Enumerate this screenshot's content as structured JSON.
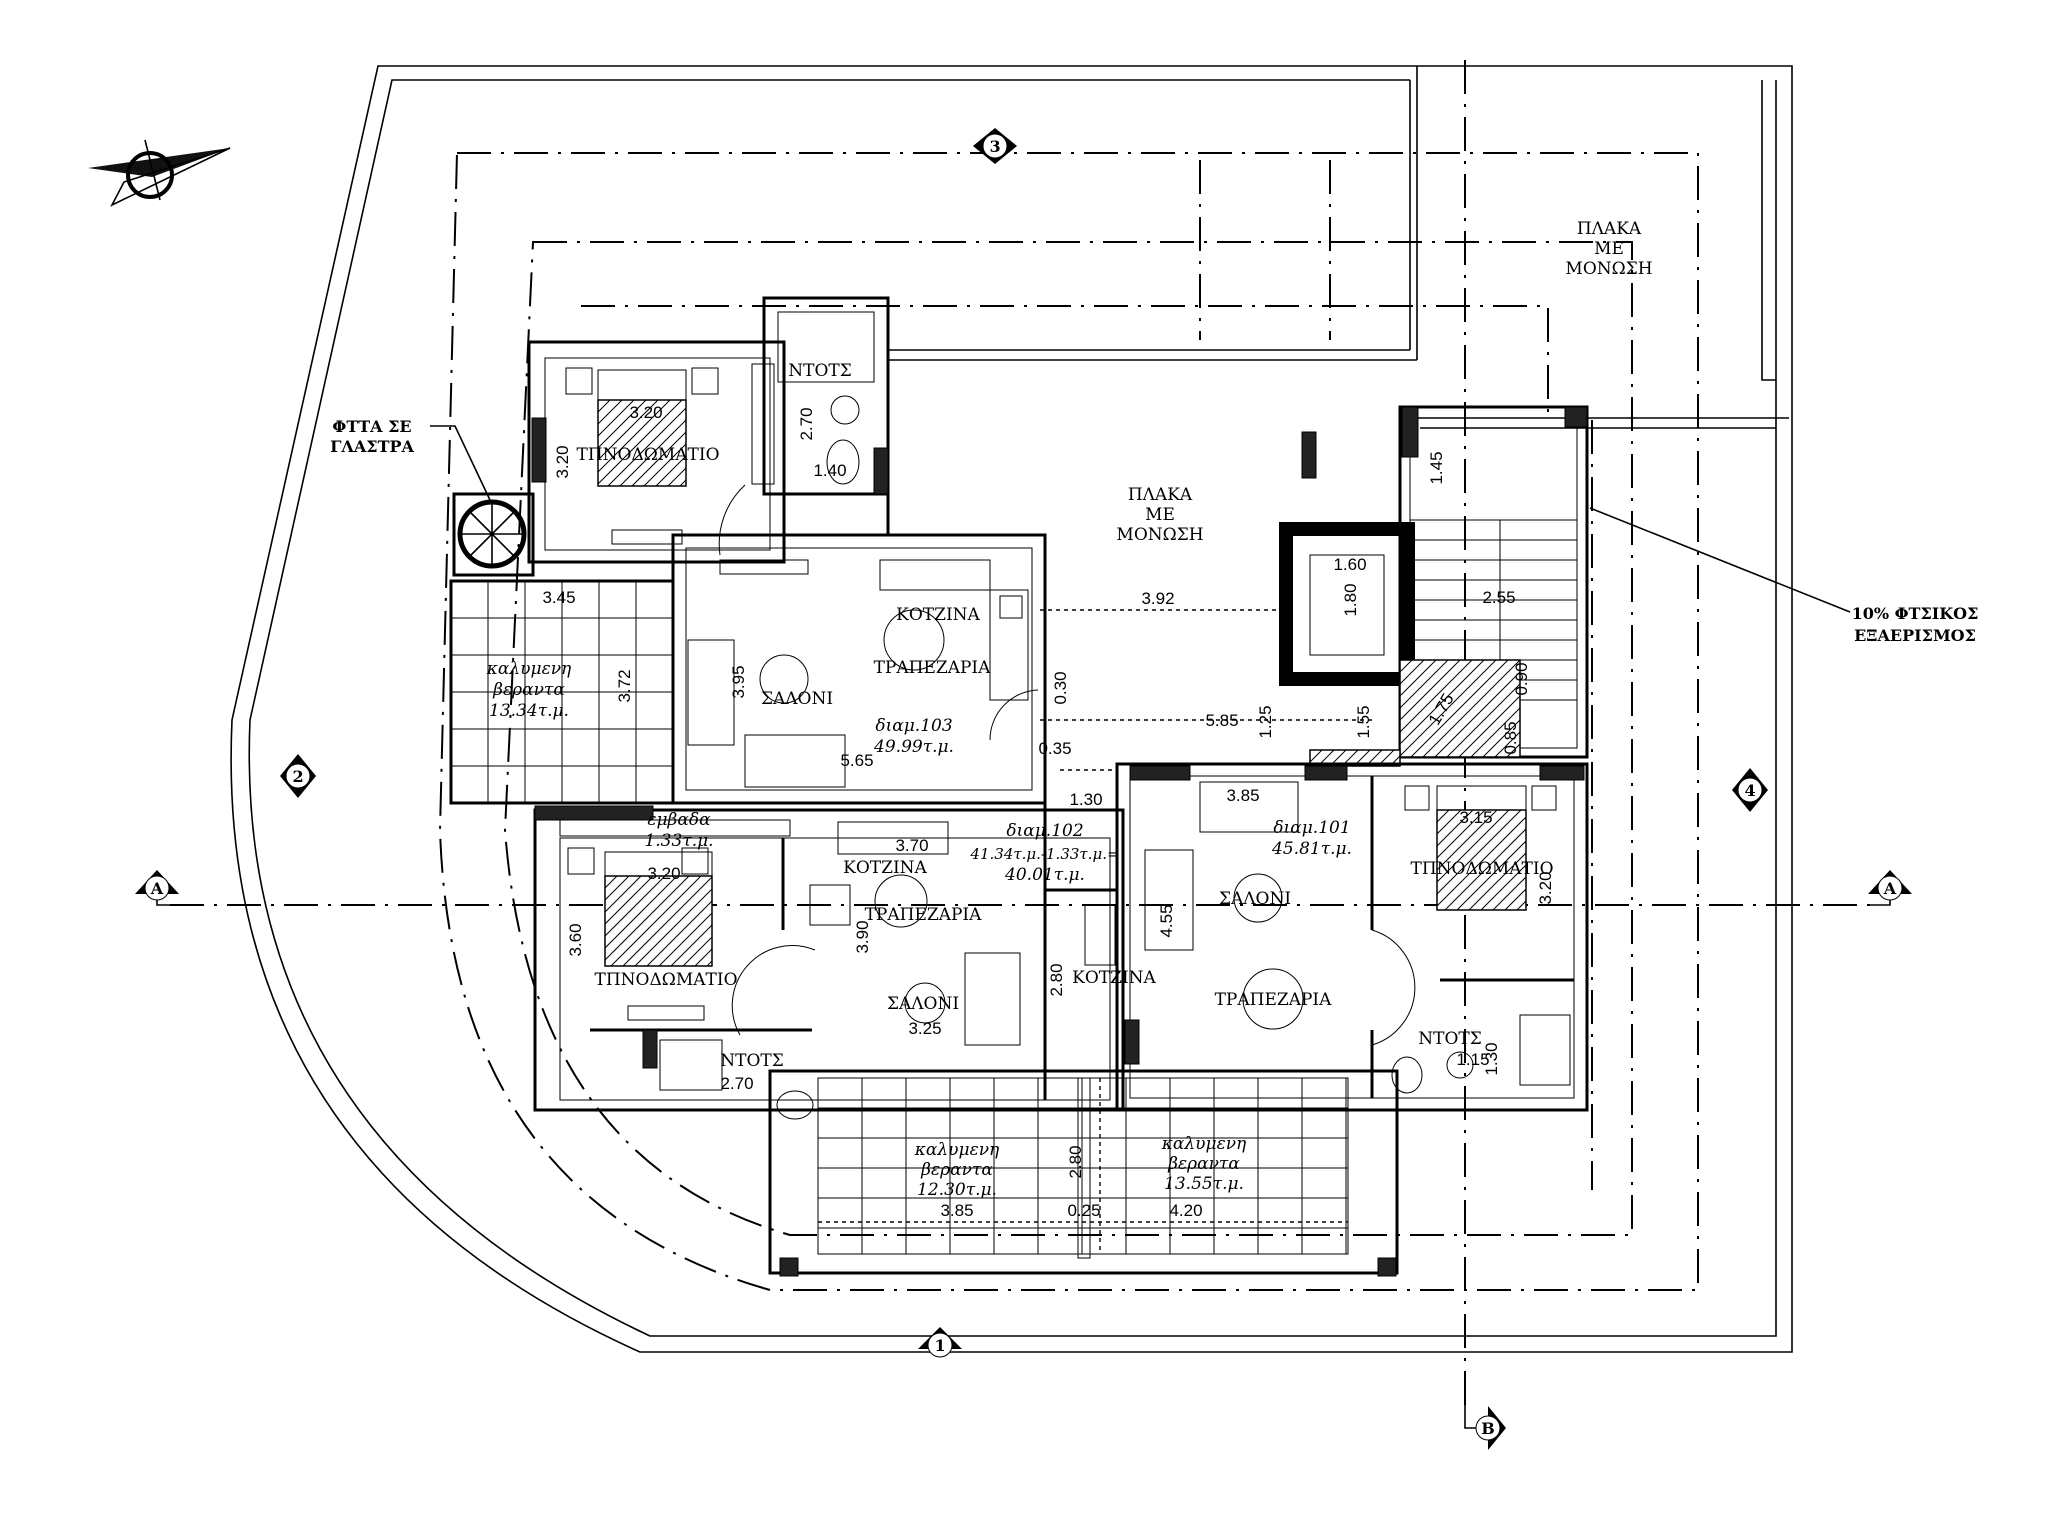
{
  "site": {
    "slab_top_right": [
      "ΠΛΑΚΑ",
      "ΜΕ",
      "ΜΟΝΩΣΗ"
    ],
    "slab_center": [
      "ΠΛΑΚΑ",
      "ΜΕ",
      "ΜΟΝΩΣΗ"
    ],
    "plants_note": [
      "ΦΤΤΑ ΣΕ",
      "ΓΛΑΣΤΡΑ"
    ],
    "ventilation_note": [
      "10% ΦΤΣΙΚΟΣ",
      "ΕΞΑΕΡΙΣΜΟΣ"
    ]
  },
  "markers": {
    "facade_1": "1",
    "facade_2": "2",
    "facade_3": "3",
    "facade_4": "4",
    "section_a_left": "A",
    "section_a_right": "A",
    "section_b": "B"
  },
  "unit_103": {
    "bedroom": "ΤΠΝΟΔΩΜΑΤΙΟ",
    "bedroom_width": "3.20",
    "bedroom_depth": "3.20",
    "shower": "ΝΤΟΤΣ",
    "shower_depth": "2.70",
    "shower_width": "1.40",
    "kitchen": "ΚΟΤΖΙΝΑ",
    "dining": "ΤΡΑΠΕΖΑΡΙΑ",
    "living": "ΣΑΛΟΝΙ",
    "living_depth": "3.95",
    "title": "διαμ.103",
    "area": "49.99τ.μ.",
    "living_width": "5.65",
    "terrace": [
      "καλυμενη",
      "βεραντα",
      "13.34τ.μ."
    ],
    "terrace_width": "3.45",
    "terrace_depth": "3.72"
  },
  "common": {
    "slab_width": "3.92",
    "d_030": "0.30",
    "d_035": "0.35",
    "d_130": "1.30",
    "corridor_length": "5.85",
    "d_125": "1.25",
    "d_155": "1.55",
    "d_175": "1.75",
    "d_090": "0.90",
    "d_085": "0.85",
    "elevator_width": "1.60",
    "elevator_depth": "1.80",
    "stair_landing": "1.45",
    "stair_width": "2.55"
  },
  "unit_101": {
    "living_width": "3.85",
    "title": "διαμ.101",
    "area": "45.81τ.μ.",
    "living": "ΣΑΛΟΝΙ",
    "living_depth": "4.55",
    "kitchen": "ΚΟΤΖΙΝΑ",
    "kitchen_depth": "2.80",
    "dining": "ΤΡΑΠΕΖΑΡΙΑ",
    "bedroom": "ΤΠΝΟΔΩΜΑΤΙΟ",
    "bedroom_width": "3.15",
    "bedroom_depth": "3.20",
    "shower": "ΝΤΟΤΣ",
    "shower_width": "1.15",
    "shower_depth": "1.30",
    "terrace": [
      "καλυμενη",
      "βεραντα",
      "13.55τ.μ."
    ],
    "terrace_width": "4.20"
  },
  "unit_102": {
    "area_note": [
      "εμβαδα",
      "1.33τ.μ."
    ],
    "bedroom_width": "3.20",
    "bedroom_depth": "3.60",
    "bedroom": "ΤΠΝΟΔΩΜΑΤΙΟ",
    "shower": "ΝΤΟΤΣ",
    "shower_width": "2.70",
    "kitchen": "ΚΟΤΖΙΝΑ",
    "kitchen_width": "3.70",
    "dining": "ΤΡΑΠΕΖΑΡΙΑ",
    "living_depth": "3.90",
    "living": "ΣΑΛΟΝΙ",
    "living_width": "3.25",
    "title": "διαμ.102",
    "area_calc": "41.34τ.μ.-1.33τ.μ.=",
    "area": "40.01τ.μ.",
    "terrace": [
      "καλυμενη",
      "βεραντα",
      "12.30τ.μ."
    ],
    "terrace_width": "3.85",
    "terrace_gap": "0.25",
    "terrace_depth": "2.80"
  }
}
